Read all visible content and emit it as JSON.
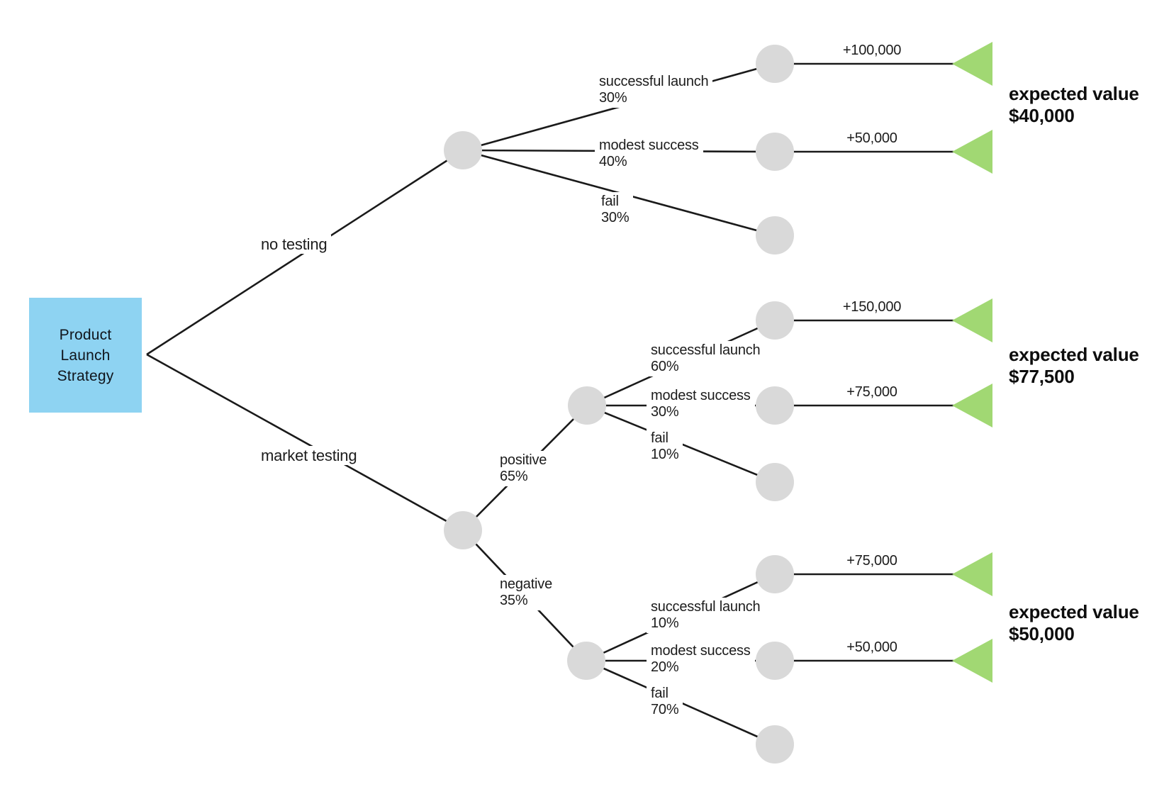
{
  "colors": {
    "root_fill": "#8ed3f2",
    "node_fill": "#d9d9d9",
    "terminal_fill": "#a1d873",
    "line": "#1a1a1a"
  },
  "root": {
    "label": "Product\nLaunch\nStrategy"
  },
  "branches": {
    "no_testing": {
      "label": "no testing",
      "outcomes": [
        {
          "label": "successful launch",
          "probability": "30%",
          "payoff": "+100,000"
        },
        {
          "label": "modest success",
          "probability": "40%",
          "payoff": "+50,000"
        },
        {
          "label": "fail",
          "probability": "30%"
        }
      ],
      "expected_value": {
        "label": "expected value",
        "amount": "$40,000"
      }
    },
    "market_testing": {
      "label": "market testing",
      "positive": {
        "label": "positive",
        "probability": "65%",
        "outcomes": [
          {
            "label": "successful launch",
            "probability": "60%",
            "payoff": "+150,000"
          },
          {
            "label": "modest success",
            "probability": "30%",
            "payoff": "+75,000"
          },
          {
            "label": "fail",
            "probability": "10%"
          }
        ],
        "expected_value": {
          "label": "expected value",
          "amount": "$77,500"
        }
      },
      "negative": {
        "label": "negative",
        "probability": "35%",
        "outcomes": [
          {
            "label": "successful launch",
            "probability": "10%",
            "payoff": "+75,000"
          },
          {
            "label": "modest success",
            "probability": "20%",
            "payoff": "+50,000"
          },
          {
            "label": "fail",
            "probability": "70%"
          }
        ],
        "expected_value": {
          "label": "expected value",
          "amount": "$50,000"
        }
      }
    }
  }
}
